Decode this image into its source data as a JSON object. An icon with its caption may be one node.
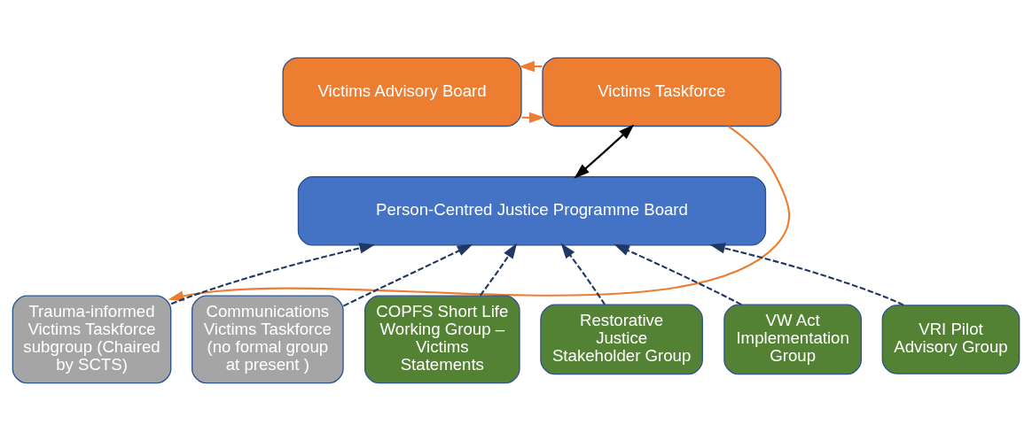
{
  "diagram": {
    "nodes": [
      {
        "text": [
          "Victims Advisory Board"
        ]
      },
      {
        "text": [
          "Victims Taskforce"
        ]
      },
      {
        "text": [
          "Person-Centred Justice Programme Board"
        ]
      },
      {
        "text": [
          "Trauma-informed Victims Taskforce subgroup (Chaired by SCTS)"
        ]
      },
      {
        "text": [
          "Communications Victims Taskforce (no formal group at present )"
        ]
      },
      {
        "text": [
          "COPFS Short Life Working Group – Victims Statements"
        ]
      },
      {
        "text": [
          "Restorative Justice Stakeholder Group"
        ]
      },
      {
        "text": [
          "VW Act Implementation Group"
        ]
      },
      {
        "text": [
          "VRI Pilot Advisory Group"
        ]
      }
    ],
    "edges": [
      {
        "from": 0,
        "to": 1,
        "arrow": "to",
        "color": "#ed7d31"
      },
      {
        "from": 1,
        "to": 0,
        "arrow": "to",
        "color": "#ed7d31"
      },
      {
        "from": 1,
        "to": 3,
        "arrow": "to",
        "color": "#ed7d31"
      },
      {
        "from": 2,
        "to": 1,
        "arrow": "both",
        "color": "#000000"
      },
      {
        "from": 3,
        "to": 2,
        "arrow": "to",
        "style": "dashed",
        "color": "#1f3864"
      },
      {
        "from": 4,
        "to": 2,
        "arrow": "to",
        "style": "dashed",
        "color": "#1f3864"
      },
      {
        "from": 5,
        "to": 2,
        "arrow": "to",
        "style": "dashed",
        "color": "#1f3864"
      },
      {
        "from": 6,
        "to": 2,
        "arrow": "to",
        "style": "dashed",
        "color": "#1f3864"
      },
      {
        "from": 7,
        "to": 2,
        "arrow": "to",
        "style": "dashed",
        "color": "#1f3864"
      },
      {
        "from": 8,
        "to": 2,
        "arrow": "to",
        "style": "dashed",
        "color": "#1f3864"
      }
    ]
  }
}
